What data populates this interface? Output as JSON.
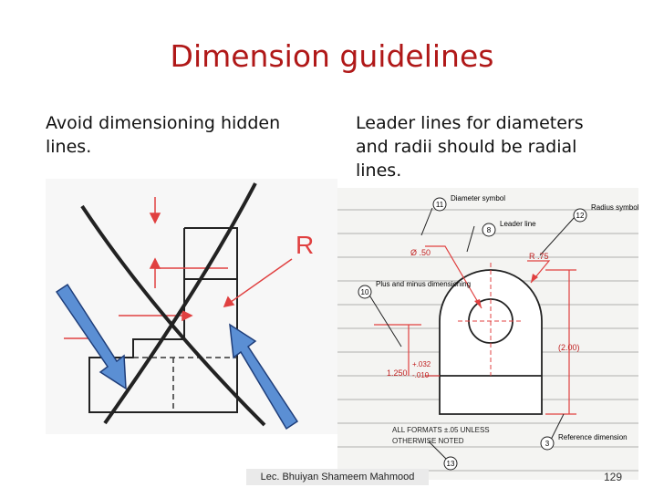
{
  "title": "Dimension guidelines",
  "left_text": "Avoid dimensioning hidden lines.",
  "right_text": "Leader lines for diameters and radii should be radial lines.",
  "left_figure": {
    "label_r": "R"
  },
  "right_figure": {
    "callouts": [
      {
        "num": "11",
        "label": "Diameter symbol"
      },
      {
        "num": "8",
        "label": "Leader line"
      },
      {
        "num": "12",
        "label": "Radius symbol"
      },
      {
        "num": "10",
        "label": "Plus and minus dimensioning"
      },
      {
        "num": "3",
        "label": "Reference dimension"
      },
      {
        "num": "13",
        "label": ""
      }
    ],
    "diameter_value": "Ø .50",
    "radius_value": "R .75",
    "height_value": "1.250",
    "tol_plus": "+.032",
    "tol_minus": "-.010",
    "ref_dim": "(2.00)",
    "note_line1": "ALL FORMATS ±.05 UNLESS",
    "note_line2": "OTHERWISE NOTED"
  },
  "footer": {
    "author": "Lec. Bhuiyan Shameem Mahmood",
    "page": "129"
  },
  "colors": {
    "title": "#b01818",
    "arrow_fill": "#5b8fd4",
    "arrow_stroke": "#1f3e7a",
    "drawing_red": "#e04040"
  }
}
